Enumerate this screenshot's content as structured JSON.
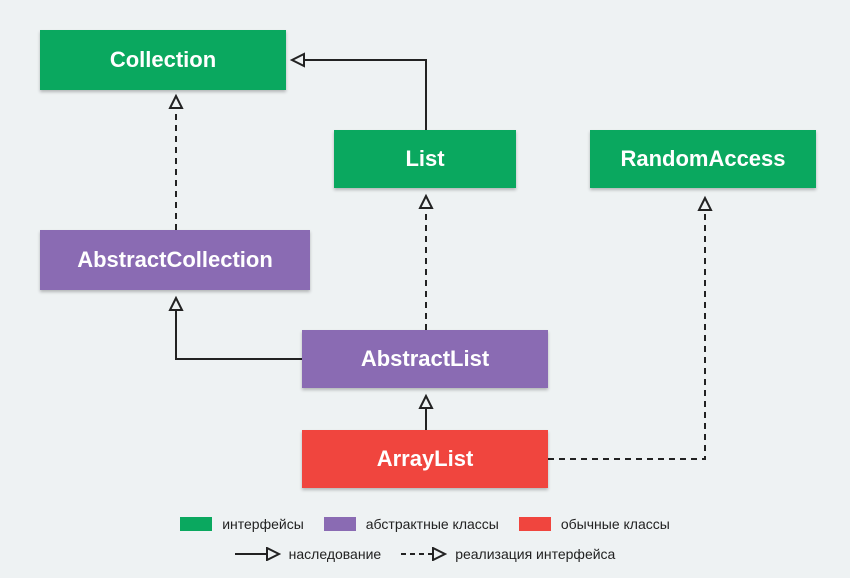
{
  "nodes": {
    "collection": "Collection",
    "list": "List",
    "random_access": "RandomAccess",
    "abstract_collection": "AbstractCollection",
    "abstract_list": "AbstractList",
    "array_list": "ArrayList"
  },
  "colors": {
    "interface": "#0aa85f",
    "abstract": "#8a6bb3",
    "concrete": "#f0453e",
    "line": "#222222",
    "background": "#eef2f3"
  },
  "legend": {
    "interfaces": "интерфейсы",
    "abstract_classes": "абстрактные классы",
    "regular_classes": "обычные классы",
    "inheritance": "наследование",
    "implementation": "реализация интерфейса"
  },
  "edges": [
    {
      "from": "List",
      "to": "Collection",
      "kind": "inheritance"
    },
    {
      "from": "AbstractCollection",
      "to": "Collection",
      "kind": "implementation"
    },
    {
      "from": "AbstractList",
      "to": "AbstractCollection",
      "kind": "inheritance"
    },
    {
      "from": "AbstractList",
      "to": "List",
      "kind": "implementation"
    },
    {
      "from": "ArrayList",
      "to": "AbstractList",
      "kind": "inheritance"
    },
    {
      "from": "ArrayList",
      "to": "RandomAccess",
      "kind": "implementation"
    }
  ]
}
